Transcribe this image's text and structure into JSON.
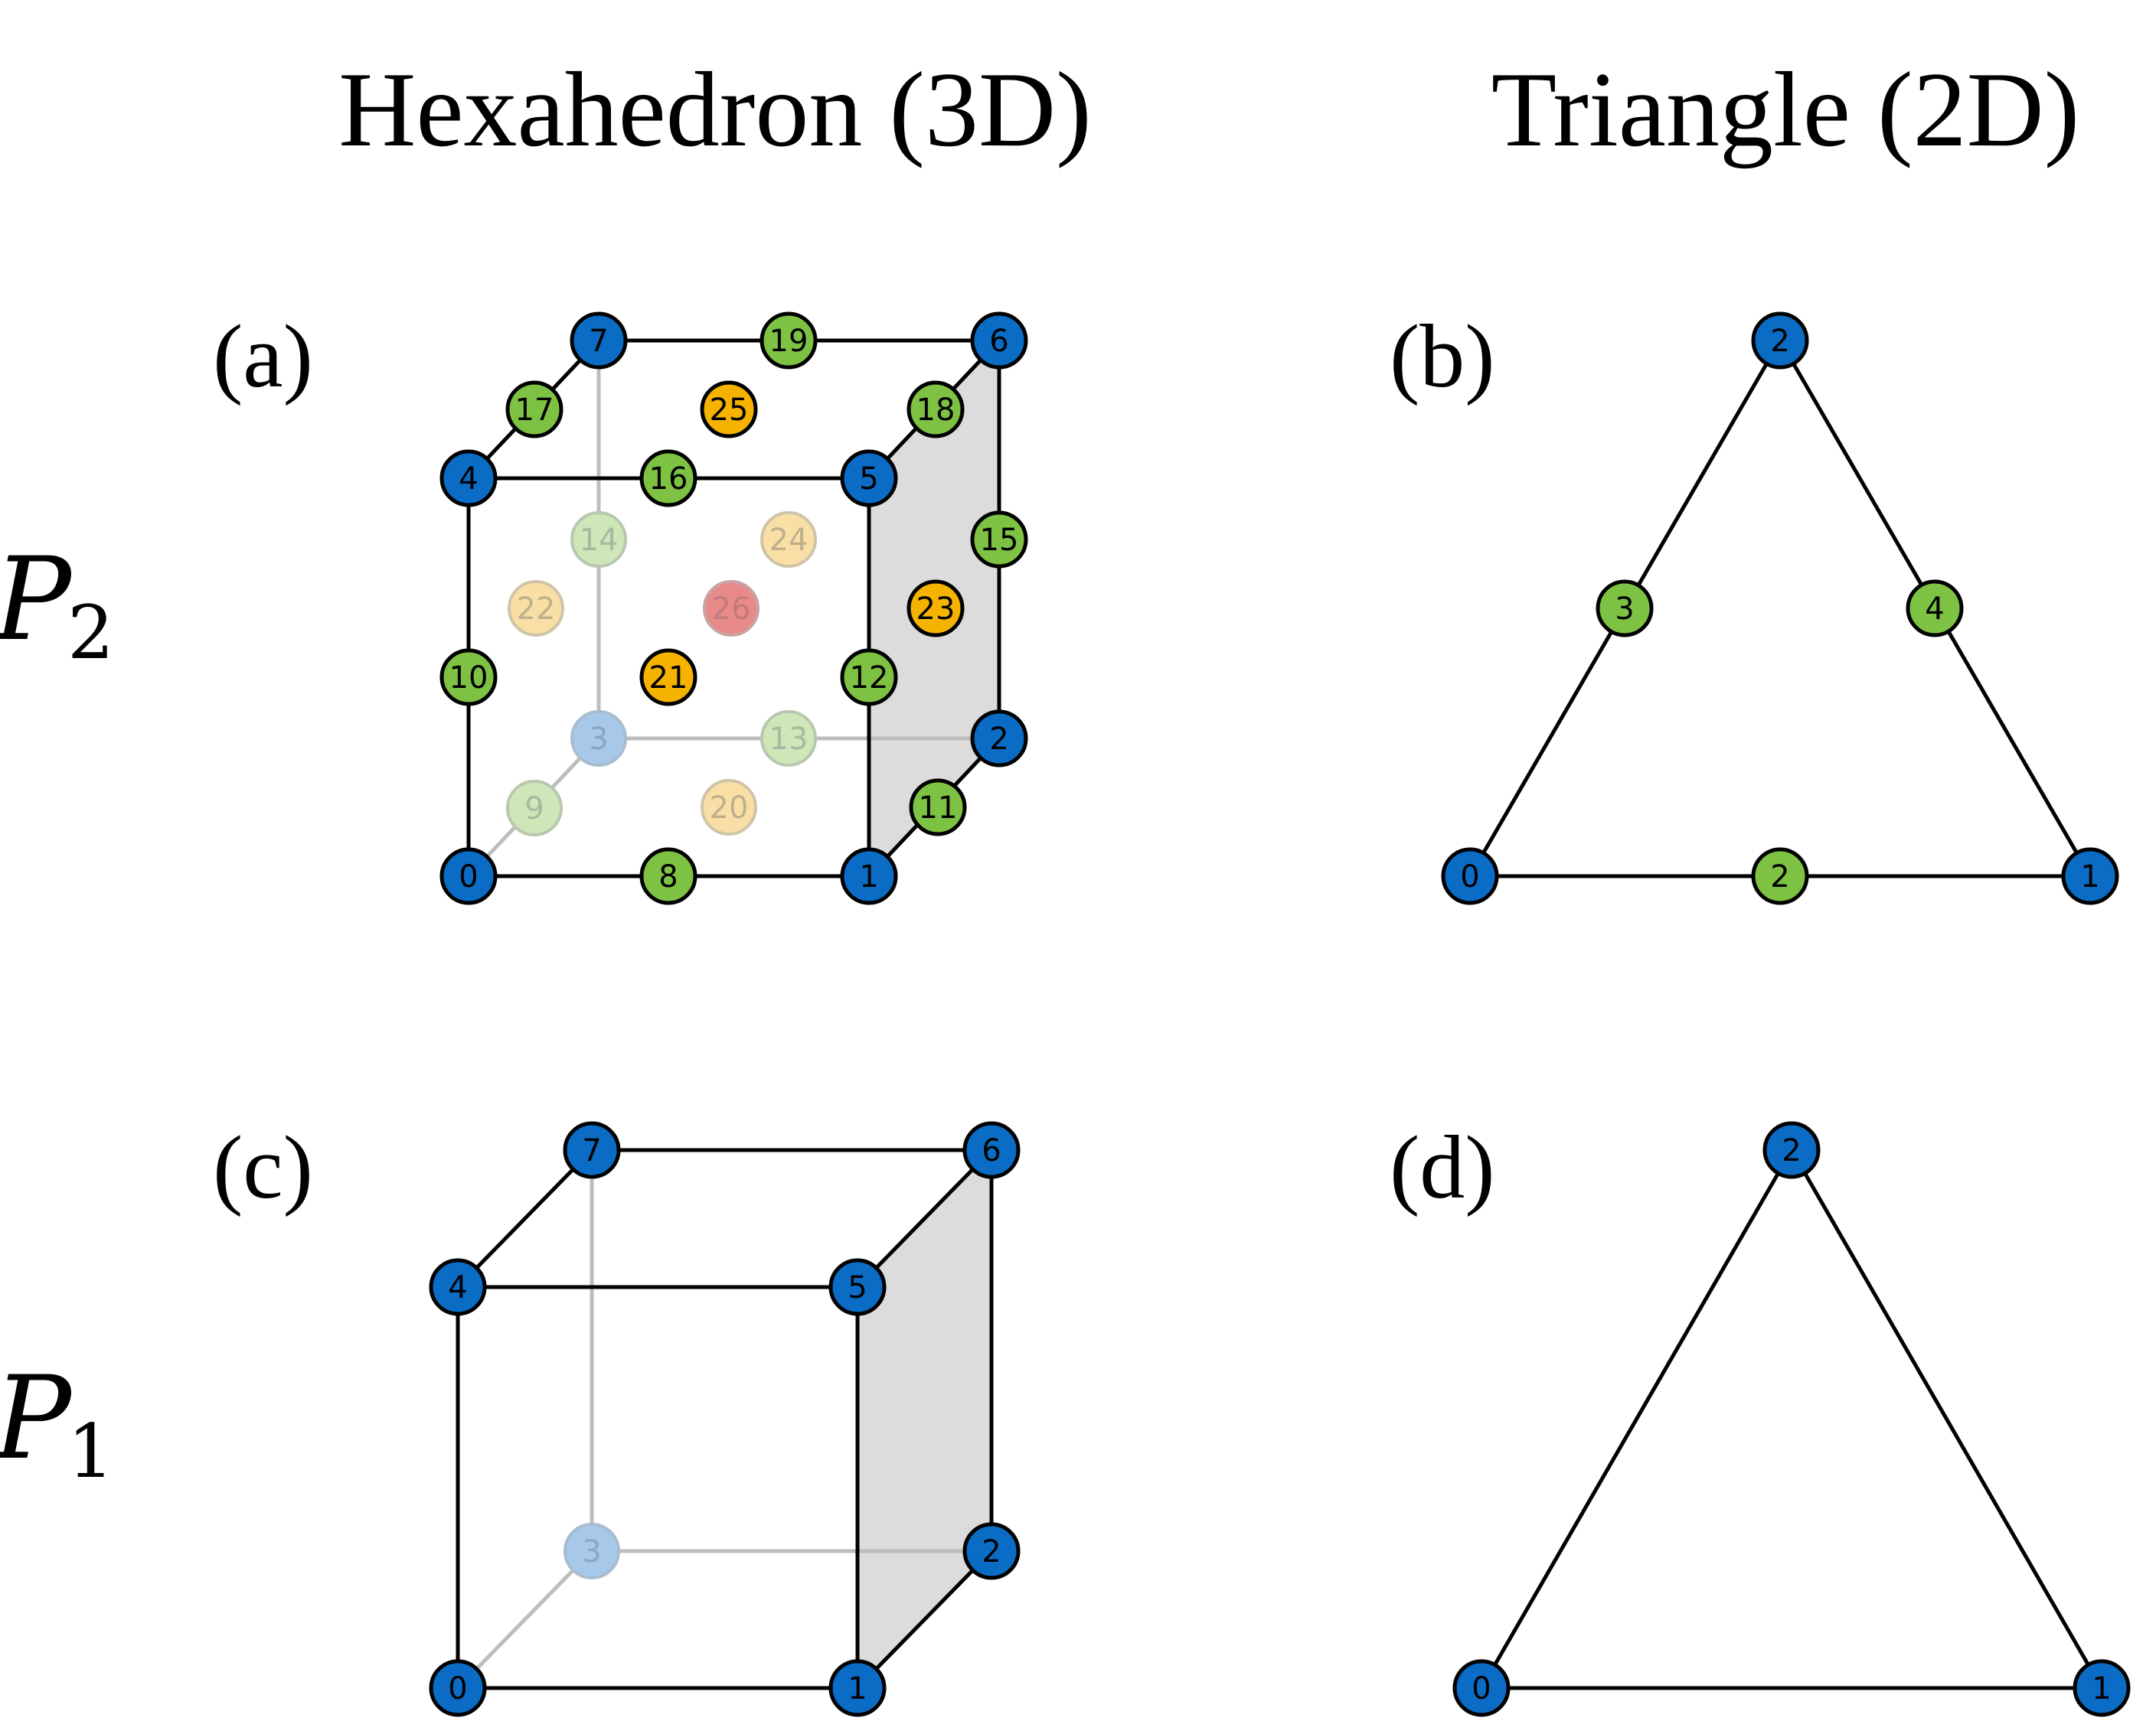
{
  "columns": {
    "left": "Hexahedron (3D)",
    "right": "Triangle (2D)"
  },
  "rows": {
    "top": {
      "symbol": "P",
      "subscript": "2"
    },
    "bottom": {
      "symbol": "P",
      "subscript": "1"
    }
  },
  "panels": {
    "a": {
      "label": "(a)"
    },
    "b": {
      "label": "(b)"
    },
    "c": {
      "label": "(c)"
    },
    "d": {
      "label": "(d)"
    }
  },
  "colors": {
    "vertex": "#0a6cc4",
    "edge_node": "#7dc243",
    "face_node": "#f5b300",
    "center_node": "#e88a8a",
    "back_vertex": "#a8c8ea",
    "back_edge_node": "#cfe6b8",
    "back_face_node": "#f9dfa6",
    "shaded_face": "#dcdcdc"
  },
  "nodes": {
    "a": {
      "n0": "0",
      "n1": "1",
      "n2": "2",
      "n3": "3",
      "n4": "4",
      "n5": "5",
      "n6": "6",
      "n7": "7",
      "n8": "8",
      "n9": "9",
      "n10": "10",
      "n11": "11",
      "n12": "12",
      "n13": "13",
      "n14": "14",
      "n15": "15",
      "n16": "16",
      "n17": "17",
      "n18": "18",
      "n19": "19",
      "n20": "20",
      "n21": "21",
      "n22": "22",
      "n23": "23",
      "n24": "24",
      "n25": "25",
      "n26": "26"
    },
    "b": {
      "n0": "0",
      "n1": "1",
      "n2": "2",
      "e2": "2",
      "n3": "3",
      "n4": "4"
    },
    "c": {
      "n0": "0",
      "n1": "1",
      "n2": "2",
      "n3": "3",
      "n4": "4",
      "n5": "5",
      "n6": "6",
      "n7": "7"
    },
    "d": {
      "n0": "0",
      "n1": "1",
      "n2": "2"
    }
  }
}
